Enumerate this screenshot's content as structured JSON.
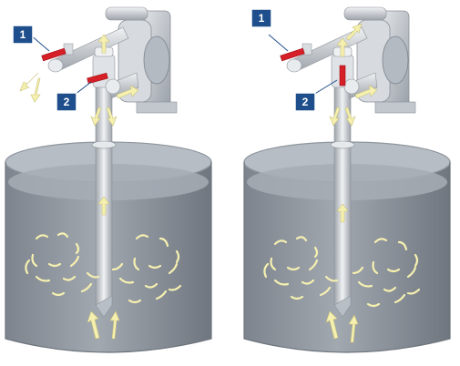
{
  "figure": {
    "panels": [
      {
        "id": "left",
        "callouts": [
          {
            "label": "1"
          },
          {
            "label": "2"
          }
        ]
      },
      {
        "id": "right",
        "callouts": [
          {
            "label": "1"
          },
          {
            "label": "2"
          }
        ]
      }
    ]
  },
  "colors": {
    "callout_fill": "#1f4e8c",
    "callout_border": "#ffffff",
    "valve_red": "#d61f26",
    "flow_arrow": "#f6f0b0",
    "tank_liquid": "#8e96a0",
    "pump_body": "#c8ccd2",
    "background": "#ffffff"
  },
  "icons": {
    "callout": "numbered-square-badge",
    "flow": "flow-direction-arrow"
  }
}
